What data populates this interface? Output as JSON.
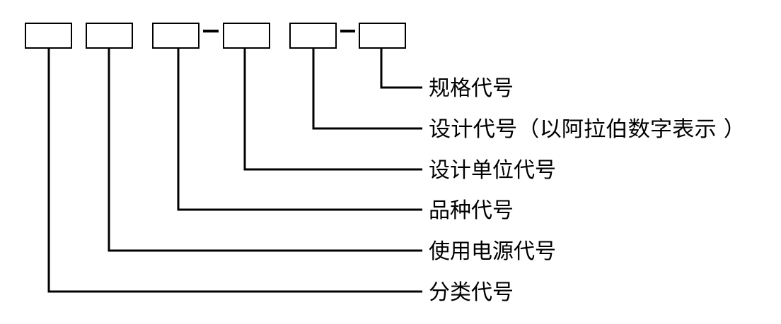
{
  "diagram": {
    "labels": [
      "规格代号",
      "设计代号（以阿拉伯数字表示 ）",
      "设计单位代号",
      "品种代号",
      "使用电源代号",
      "分类代号"
    ],
    "separators": [
      "-",
      "-"
    ],
    "colors": {
      "line": "#000000",
      "background": "#ffffff"
    }
  }
}
